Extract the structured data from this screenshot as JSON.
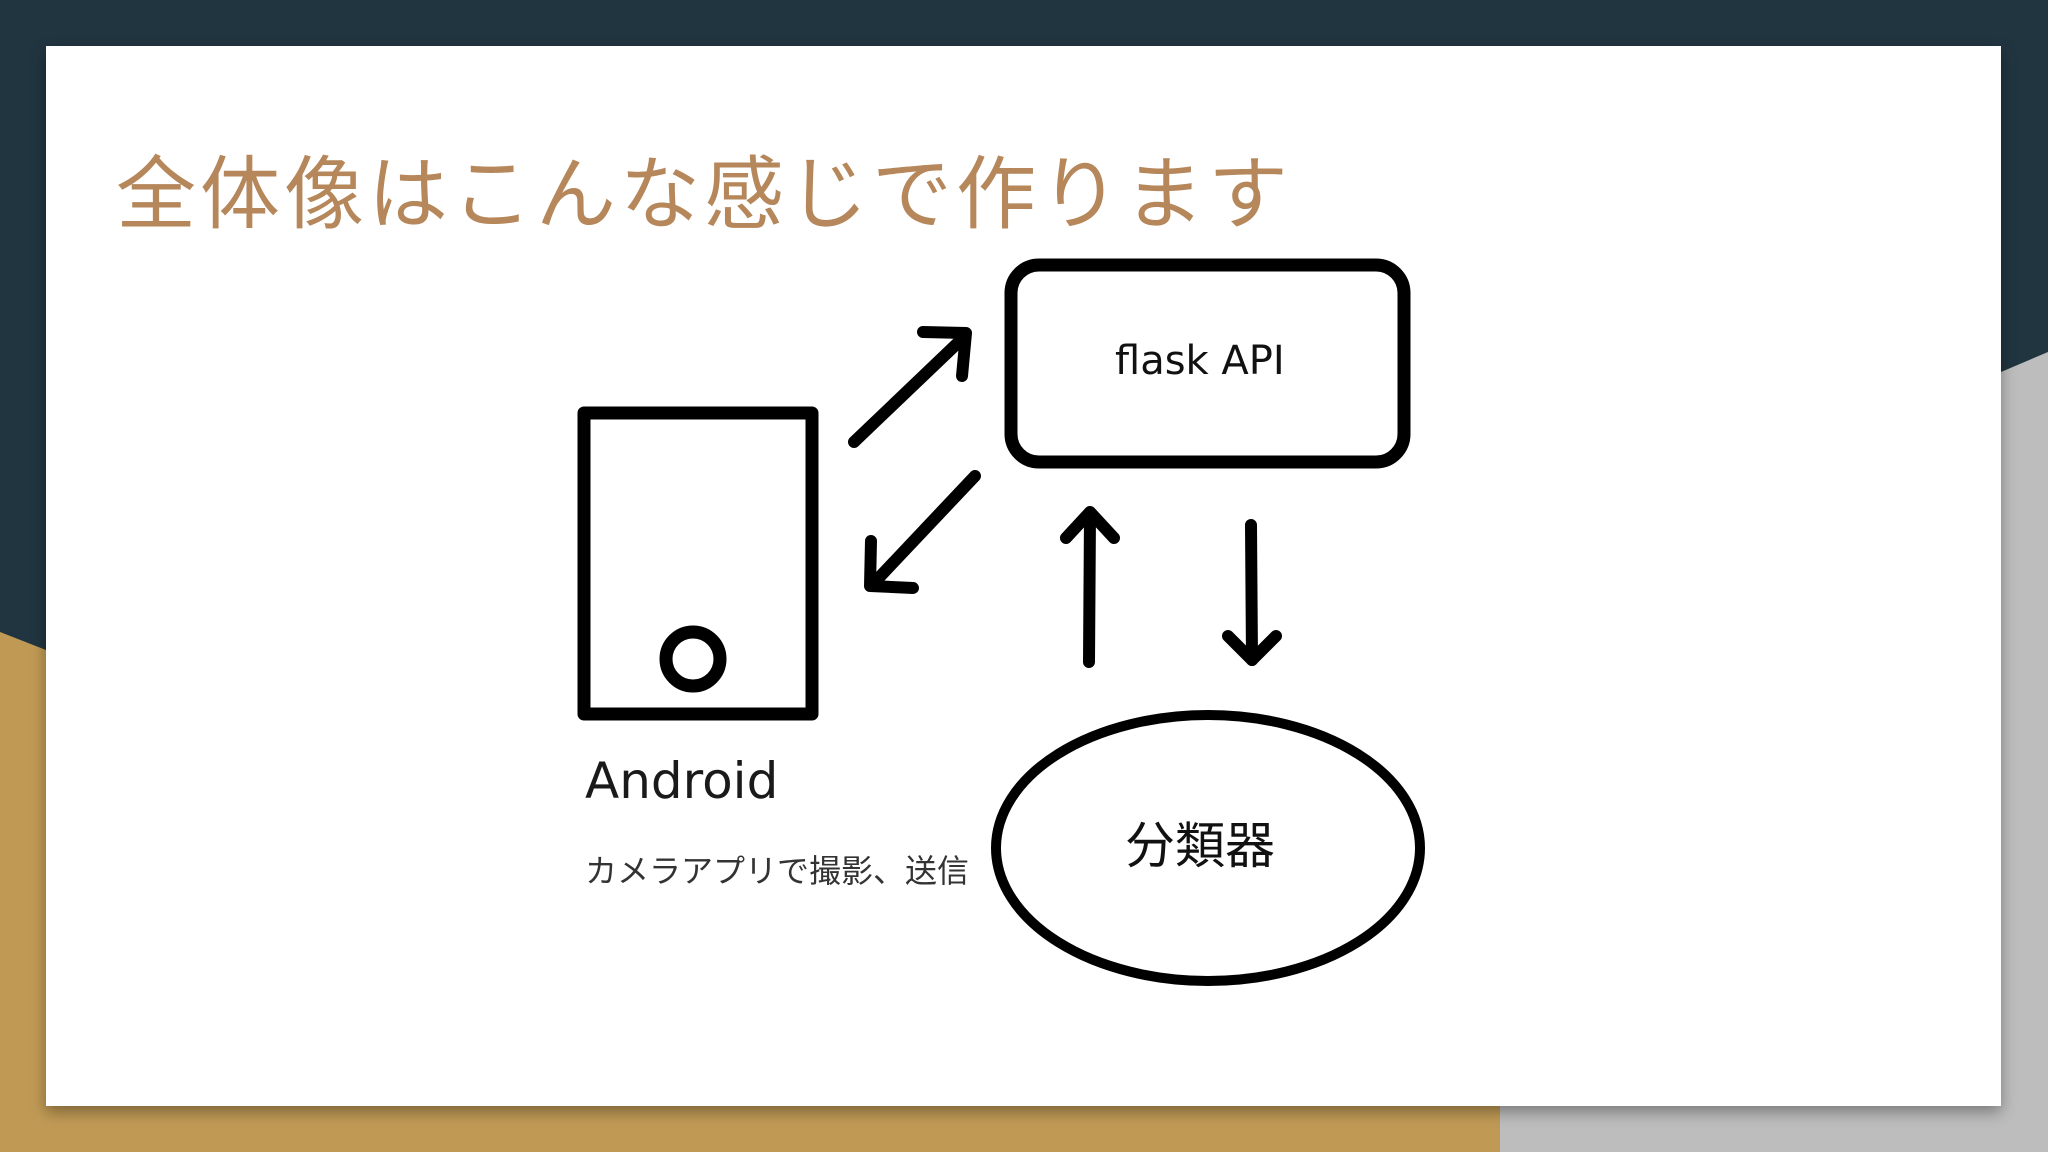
{
  "slide": {
    "title": "全体像はこんな感じで作ります"
  },
  "diagram": {
    "api_box_label": "flask API",
    "device_label": "Android",
    "device_caption": "カメラアプリで撮影、送信",
    "classifier_label": "分類器"
  },
  "colors": {
    "frame_dark": "#213540",
    "frame_gold": "#c09a55",
    "frame_gray": "#bdbdbd",
    "title_text": "#b5875a",
    "diagram_stroke": "#000000"
  }
}
